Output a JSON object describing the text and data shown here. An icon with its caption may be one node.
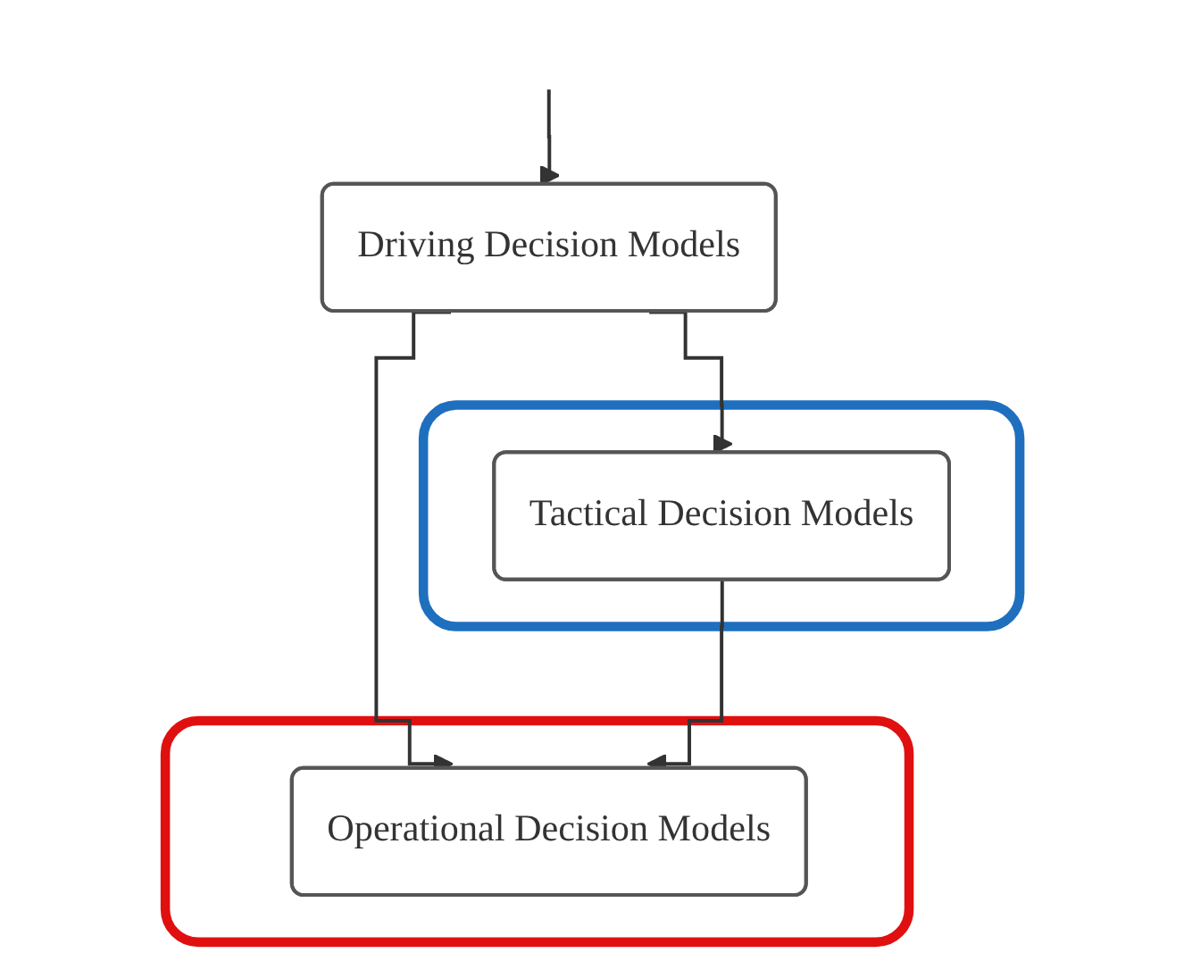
{
  "diagram": {
    "nodes": [
      {
        "text": [
          "Driving Decision Models"
        ]
      },
      {
        "text": [],
        "shape": "box"
      },
      {
        "text": [
          "Tactical Decision Models"
        ],
        "in": 1
      },
      {
        "text": [],
        "shape": "box"
      },
      {
        "text": [
          "Operational Decision Models"
        ],
        "in": 3
      }
    ],
    "edges": [
      {
        "from": null,
        "to": 0,
        "arrow": "to"
      },
      {
        "from": 0,
        "to": 2,
        "arrow": "to"
      },
      {
        "from": 0,
        "to": 4,
        "arrow": "to"
      },
      {
        "from": 2,
        "to": 4,
        "arrow": "to"
      }
    ]
  }
}
